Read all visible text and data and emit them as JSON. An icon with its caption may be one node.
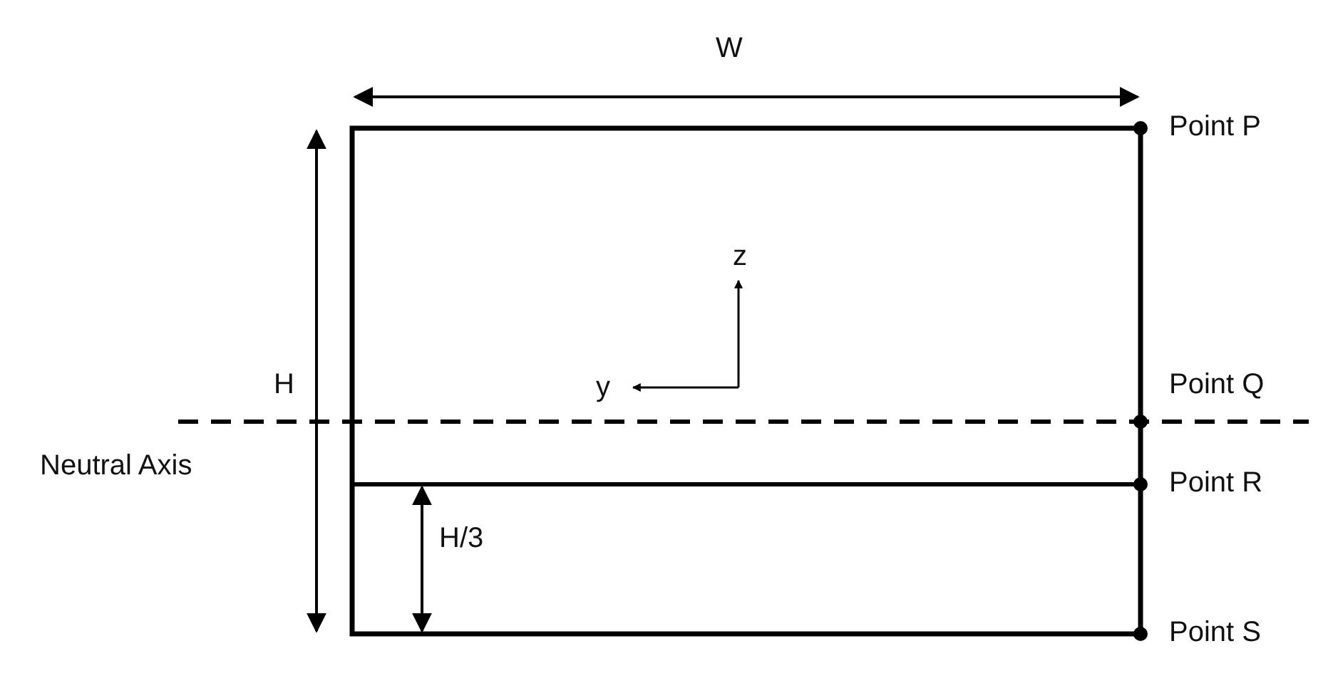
{
  "diagram": {
    "nodes": [
      {
        "text": [],
        "shape": "circle",
        "beside": [
          "Point P"
        ]
      },
      {
        "text": [],
        "shape": "circle",
        "beside": [
          "Point Q"
        ]
      },
      {
        "text": [],
        "shape": "circle",
        "beside": [
          "Point R"
        ]
      },
      {
        "text": [],
        "shape": "circle",
        "beside": [
          "Point S"
        ]
      }
    ],
    "labels": [
      "W",
      "z",
      "H",
      "y",
      "Neutral Axis",
      "H/3"
    ]
  }
}
